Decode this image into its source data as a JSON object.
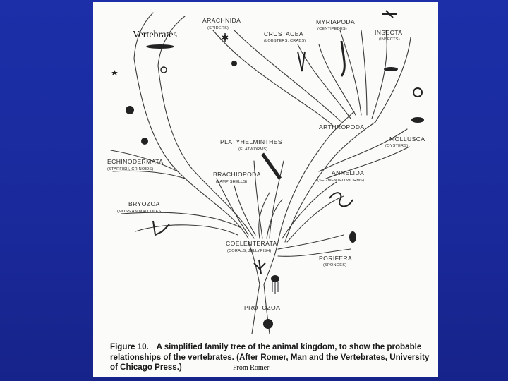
{
  "figure": {
    "labels": {
      "vertebrates": "Vertebrates",
      "arachnida": "ARACHNIDA",
      "arachnida_sub": "(SPIDERS)",
      "crustacea": "CRUSTACEA",
      "crustacea_sub": "(LOBSTERS, CRABS)",
      "myriapoda": "MYRIAPODA",
      "myriapoda_sub": "(CENTIPEDES)",
      "insecta": "INSECTA",
      "insecta_sub": "(INSECTS)",
      "arthropoda": "ARTHROPODA",
      "mollusca": "MOLLUSCA",
      "mollusca_sub": "(OYSTERS)",
      "platyhelminthes": "PLATYHELMINTHES",
      "platyhelminthes_sub": "(FLATWORMS)",
      "echinodermata": "ECHINODERMATA",
      "echinodermata_sub": "(STARFISH, CRINOIDS)",
      "brachiopoda": "BRACHIOPODA",
      "brachiopoda_sub": "(LAMP SHELLS)",
      "annelida": "ANNELIDA",
      "annelida_sub": "(SEGMENTED WORMS)",
      "bryozoa": "BRYOZOA",
      "bryozoa_sub": "(MOSS ANIMALCULES)",
      "coelenterata": "COELENTERATA",
      "coelenterata_sub": "(CORALS, JELLYFISH)",
      "porifera": "PORIFERA",
      "porifera_sub": "(SPONGES)",
      "protozoa": "PROTOZOA"
    },
    "caption_number": "Figure 10.",
    "caption_text": "A simplified family tree of the animal kingdom, to show the probable relationships of the vertebrates. (After Romer, Man and the Vertebrates, University of Chicago Press.)"
  },
  "credit": "From Romer"
}
